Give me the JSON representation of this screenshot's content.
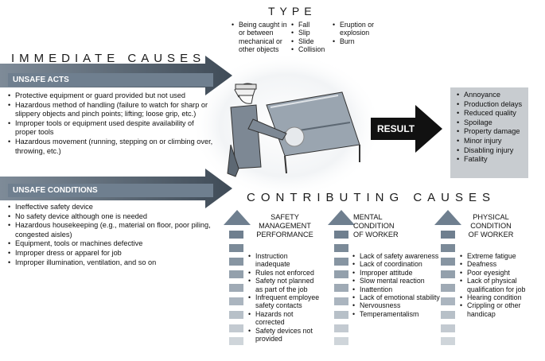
{
  "type_section": {
    "title": "TYPE",
    "col1": [
      "Being caught in or between mechanical or other objects"
    ],
    "col2": [
      "Fall",
      "Slip",
      "Slide",
      "Collision"
    ],
    "col3": [
      "Eruption or explosion",
      "Burn"
    ]
  },
  "immediate_causes": {
    "title": "IMMEDIATE CAUSES",
    "unsafe_acts": {
      "title": "UNSAFE ACTS",
      "items": [
        "Protective equipment or guard provided but not used",
        "Hazardous method of handling (failure to watch for sharp or slippery objects and pinch points; lifting; loose grip, etc.)",
        "Improper tools or equipment used despite availability of proper tools",
        "Hazardous movement (running, stepping on or climbing over, throwing, etc.)"
      ]
    },
    "unsafe_conditions": {
      "title": "UNSAFE CONDITIONS",
      "items": [
        "Ineffective safety device",
        "No safety device although one is needed",
        "Hazardous housekeeping (e.g., material on floor, poor piling, congested aisles)",
        "Equipment, tools or machines defective",
        "Improper dress or apparel for job",
        "Improper illumination, ventilation, and so on"
      ]
    }
  },
  "result": {
    "label": "RESULT",
    "items": [
      "Annoyance",
      "Production delays",
      "Reduced quality",
      "Spoilage",
      "Property damage",
      "Minor injury",
      "Disabling injury",
      "Fatality"
    ]
  },
  "contributing_causes": {
    "title": "CONTRIBUTING CAUSES",
    "safety": {
      "title": [
        "SAFETY",
        "MANAGEMENT",
        "PERFORMANCE"
      ],
      "items": [
        "Instruction inadequate",
        "Rules not enforced",
        "Safety not planned as part of the job",
        "Infrequent employee safety contacts",
        "Hazards not corrected",
        "Safety devices not provided"
      ]
    },
    "mental": {
      "title": [
        "MENTAL",
        "CONDITION",
        "OF WORKER"
      ],
      "items": [
        "Lack of safety awareness",
        "Lack of coordination",
        "Improper attitude",
        "Slow mental reaction",
        "Inattention",
        "Lack of emotional stability",
        "Nervousness",
        "Temperamentalism"
      ]
    },
    "physical": {
      "title": [
        "PHYSICAL",
        "CONDITION",
        "OF WORKER"
      ],
      "items": [
        "Extreme fatigue",
        "Deafness",
        "Poor eyesight",
        "Lack of physical qualification for job",
        "Hearing condition",
        "Crippling or other handicap"
      ]
    }
  },
  "colors": {
    "header_bar": "#6f7f8f",
    "arrow_dark": "#4f5d6b",
    "result_box": "#c8ccd0",
    "result_arrow": "#111111",
    "step_gradient_top": "#6f7f8f",
    "step_gradient_bottom": "#c9d0d6"
  }
}
